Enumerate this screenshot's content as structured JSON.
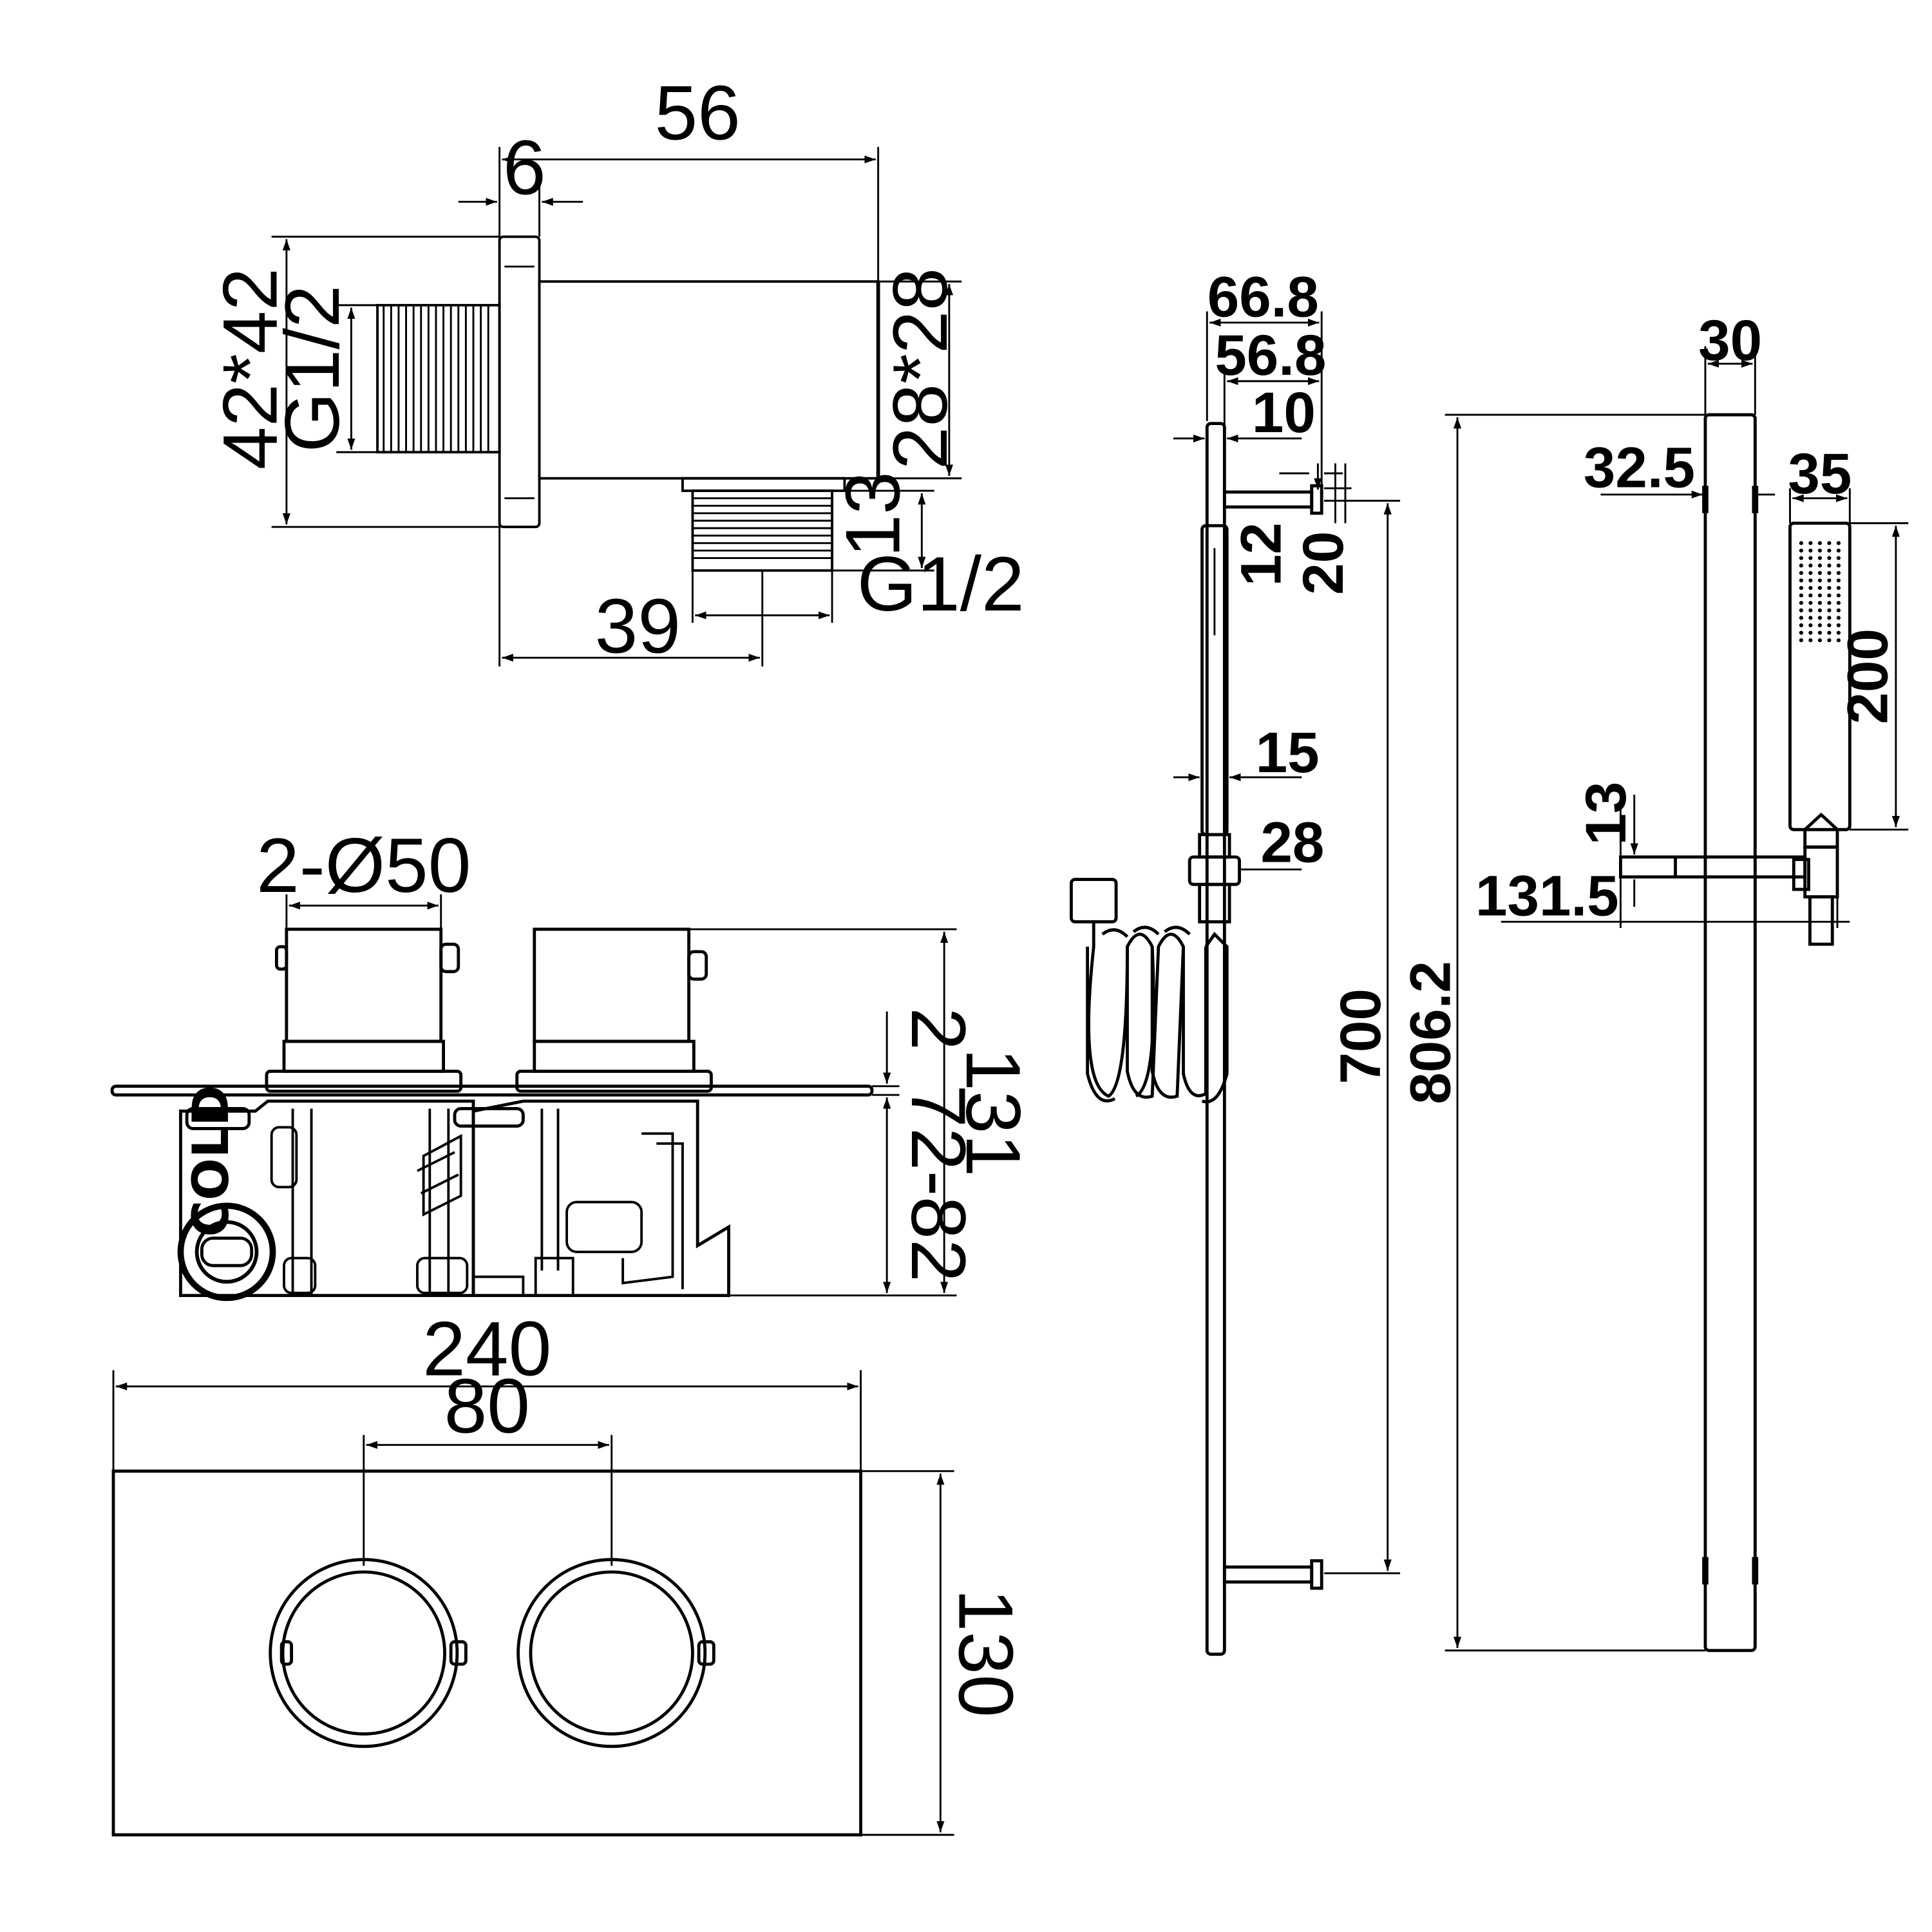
{
  "elbow": {
    "overall_length": "56",
    "flange_thickness": "6",
    "flange_size": "42*42",
    "inlet_thread": "G1/2",
    "body_size": "28*28",
    "outlet_thread_length": "13",
    "outlet_thread": "G1/2",
    "outlet_offset": "39"
  },
  "valve": {
    "handle_diameter": "2-Ø50",
    "plate_thickness": "2",
    "depth_range": "72-82",
    "overall_depth": "131",
    "inlet_label": "COLD"
  },
  "plate": {
    "width": "240",
    "centers": "80",
    "height": "130"
  },
  "rail_side": {
    "bracket_depth": "66.8",
    "bracket_depth_inner": "56.8",
    "bar_diameter": "10",
    "wall_disc": "12",
    "disc_offset": "20",
    "handset_diameter": "15",
    "connector": "28",
    "bracket_centers": "700"
  },
  "rail_front": {
    "rail_width": "30",
    "overall_height": "806.2",
    "bracket_width": "32.5",
    "handset_width": "35",
    "handset_length": "200",
    "slider_thickness": "13",
    "slider_reach": "131.5"
  }
}
